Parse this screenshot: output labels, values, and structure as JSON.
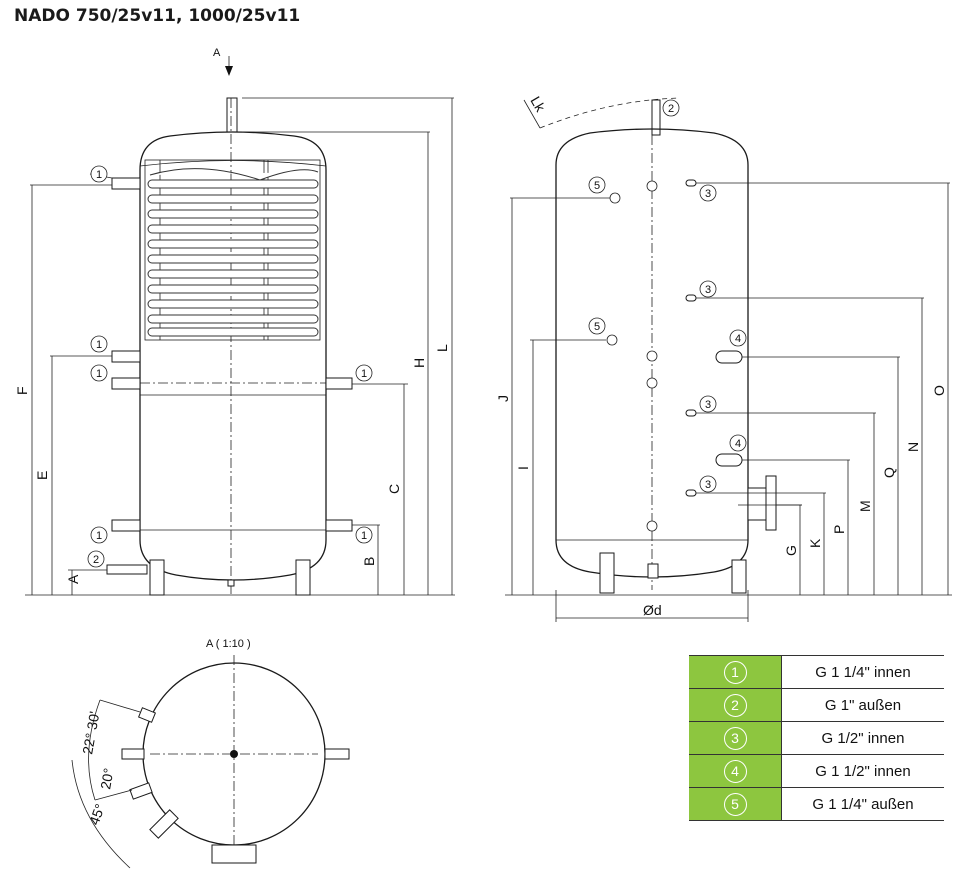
{
  "title": "NADO 750/25v11, 1000/25v11",
  "view_label_arrow": "A",
  "view_label_section": "A ( 1:10 )",
  "dimensions_left": [
    "A",
    "B",
    "C",
    "E",
    "F",
    "H",
    "L"
  ],
  "dimensions_right": [
    "G",
    "I",
    "J",
    "K",
    "M",
    "N",
    "O",
    "P",
    "Q"
  ],
  "diameter_label": "Ød",
  "lk_label": "Lk",
  "angles": [
    "22° 30'",
    "20°",
    "45°"
  ],
  "callouts": [
    "1",
    "2",
    "3",
    "4",
    "5"
  ],
  "legend": [
    {
      "num": "1",
      "desc": "G 1 1/4\" innen"
    },
    {
      "num": "2",
      "desc": "G 1\" außen"
    },
    {
      "num": "3",
      "desc": "G 1/2\" innen"
    },
    {
      "num": "4",
      "desc": "G 1 1/2\" innen"
    },
    {
      "num": "5",
      "desc": "G 1 1/4\" außen"
    }
  ],
  "colors": {
    "legend_green": "#8dc63f",
    "line": "#1a1a1a"
  }
}
